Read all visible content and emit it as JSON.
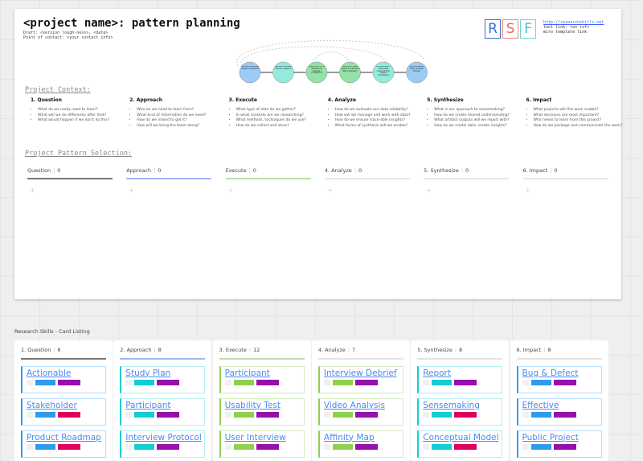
{
  "frame": {
    "title": "<project name>: pattern planning",
    "draft": "Draft: <version rough-ness>, <date>",
    "contact": "Point of contact: <your contact info>",
    "logo": [
      "R",
      "S",
      "F"
    ],
    "url": "http://researchskills.net",
    "tool_link": "tool link: <on rsf>",
    "miro_link": "miro template link",
    "flow": [
      "develop actionable research questions",
      "devise & socialize plan for research",
      "adapt plan to the real world & execute (\"research\")",
      "deposit & review nature of collected data (\"analysis\")",
      "derive answers, actionable meaning from results (\"synthesis\")",
      "ensure valuable action & follow through"
    ],
    "context_heading": "Project Context:",
    "context": [
      {
        "title": "1. Question",
        "items": [
          "What do we really need to learn?",
          "What will we do differently after that?",
          "What would happen if we don't do this?"
        ]
      },
      {
        "title": "2. Approach",
        "items": [
          "Who do we need to learn from?",
          "What kind of information do we need?",
          "How do we intend to get it?",
          "How will we bring the team along?"
        ]
      },
      {
        "title": "3. Execute",
        "items": [
          "What type of data do we gather?",
          "In what contexts are we researching?",
          "What methods, techniques do we use?",
          "How do we collect and store?"
        ]
      },
      {
        "title": "4. Analyze",
        "items": [
          "How do we evaluate our data reliability?",
          "How will we manage and work with data?",
          "How do we ensure trace-able insights?",
          "What forms of synthesis will we enable?"
        ]
      },
      {
        "title": "5. Synthesize",
        "items": [
          "What is our approach to sensemaking?",
          "How do we create shared understanding?",
          "What artifact outputs will we report with?",
          "How do we model data, create insights?"
        ]
      },
      {
        "title": "6. Impact",
        "items": [
          "What projects will this work enable?",
          "What decisions are most important?",
          "Who needs to learn from this project?",
          "How do we package and communicate the work?"
        ]
      }
    ],
    "pattern_heading": "Project Pattern Selection:",
    "pattern_cols": [
      {
        "label": "Question",
        "count": "0"
      },
      {
        "label": "Approach",
        "count": "0"
      },
      {
        "label": "Execute",
        "count": "0"
      },
      {
        "label": "4. Analyze",
        "count": "0"
      },
      {
        "label": "5. Synthesize",
        "count": "0"
      },
      {
        "label": "6. Impact",
        "count": "0"
      }
    ],
    "add_label": "+"
  },
  "listing": {
    "title": "Research Skills - Card Listing",
    "columns": [
      {
        "label": "1. Question",
        "count": "6",
        "cards": [
          "Actionable",
          "Stakeholder",
          "Product Roadmap"
        ]
      },
      {
        "label": "2. Approach",
        "count": "8",
        "cards": [
          "Study Plan",
          "Participant",
          "Interview Protocol"
        ]
      },
      {
        "label": "3. Execute",
        "count": "12",
        "cards": [
          "Participant",
          "Usability Test",
          "User Interview"
        ]
      },
      {
        "label": "4. Analyze",
        "count": "7",
        "cards": [
          "Interview Debrief",
          "Video Analysis",
          "Affinity Map"
        ]
      },
      {
        "label": "5. Synthesize",
        "count": "8",
        "cards": [
          "Report",
          "Sensemaking",
          "Conceptual Model"
        ]
      },
      {
        "label": "6. Impact",
        "count": "8",
        "cards": [
          "Bug & Defect",
          "Effective",
          "Public Project"
        ]
      }
    ]
  },
  "colors": {
    "blue": "#2d9bf0",
    "teal": "#12cdd4",
    "green": "#8fd14f",
    "purple": "#9510ac",
    "red": "#e0005e",
    "link": "#4a8af4"
  }
}
